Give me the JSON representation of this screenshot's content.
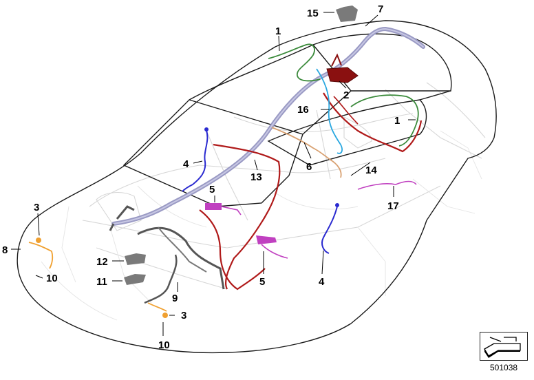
{
  "diagram": {
    "callouts": [
      {
        "id": "c1a",
        "label": "1"
      },
      {
        "id": "c1b",
        "label": "1"
      },
      {
        "id": "c2",
        "label": "2"
      },
      {
        "id": "c3a",
        "label": "3"
      },
      {
        "id": "c3b",
        "label": "3"
      },
      {
        "id": "c4a",
        "label": "4"
      },
      {
        "id": "c4b",
        "label": "4"
      },
      {
        "id": "c5a",
        "label": "5"
      },
      {
        "id": "c5b",
        "label": "5"
      },
      {
        "id": "c6",
        "label": "6"
      },
      {
        "id": "c7",
        "label": "7"
      },
      {
        "id": "c8",
        "label": "8"
      },
      {
        "id": "c9",
        "label": "9"
      },
      {
        "id": "c10a",
        "label": "10"
      },
      {
        "id": "c10b",
        "label": "10"
      },
      {
        "id": "c11",
        "label": "11"
      },
      {
        "id": "c12",
        "label": "12"
      },
      {
        "id": "c13",
        "label": "13"
      },
      {
        "id": "c14",
        "label": "14"
      },
      {
        "id": "c15",
        "label": "15"
      },
      {
        "id": "c16",
        "label": "16"
      },
      {
        "id": "c17",
        "label": "17"
      }
    ],
    "harness_colors": {
      "main_harness": "#9a9ac4",
      "green_loom": "#3a8a3a",
      "red_loom": "#b01a1a",
      "dark_red_unit": "#8a1010",
      "blue_loom": "#2a2ad0",
      "cyan_loom": "#2aa8e0",
      "magenta_loom": "#c040c0",
      "orange_loom": "#f0a030",
      "tan_loom": "#d8a070",
      "dark_grey_loom": "#555555",
      "grey_module": "#7a7a7a"
    },
    "document_id": "501038",
    "reference_icon": "wiring-harness-reference-icon"
  }
}
